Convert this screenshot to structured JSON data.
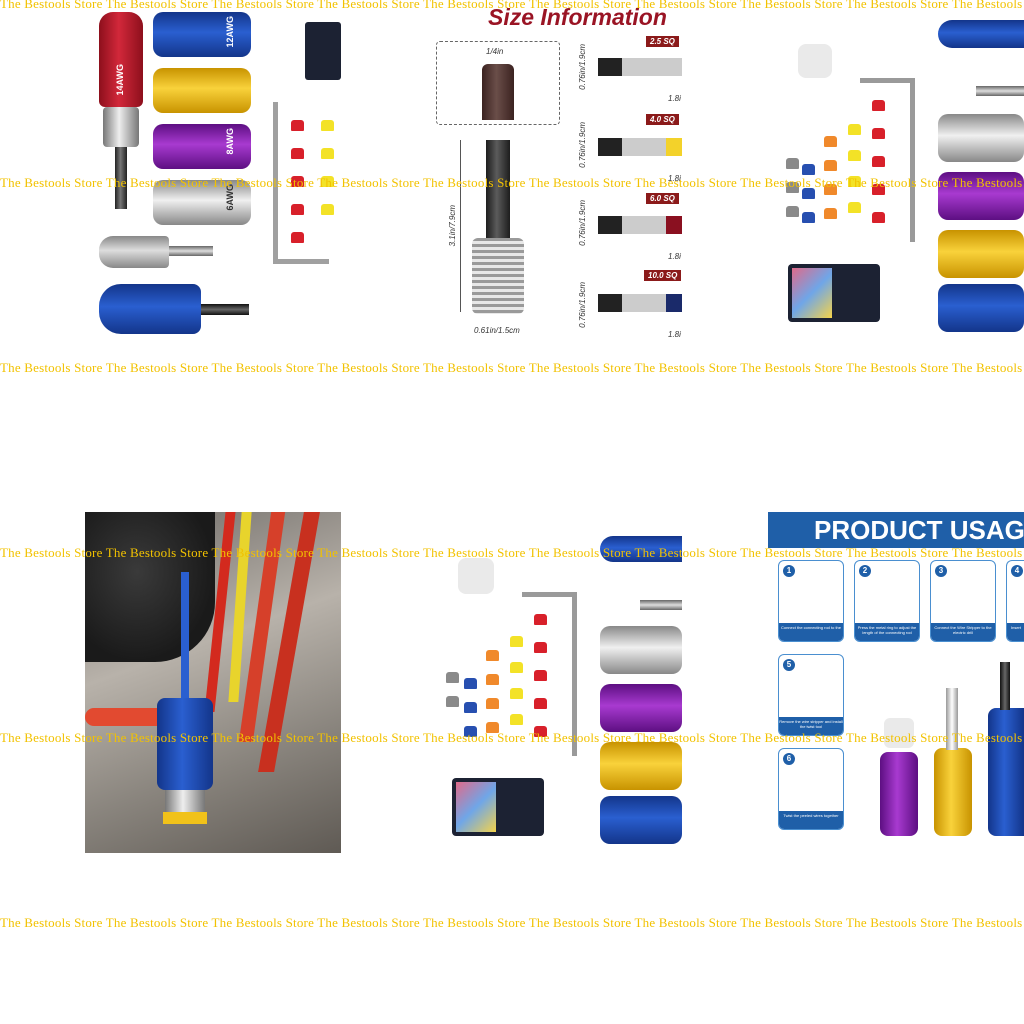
{
  "labels": {
    "awg14": "14AWG",
    "awg12": "12AWG",
    "awg8": "8AWG",
    "awg6": "6AWG"
  },
  "size_info": {
    "title": "Size Information",
    "hex": "1/4in",
    "length": "3.1in/7.9cm",
    "width": "0.61in/1.5cm",
    "rows": [
      {
        "tag": "2.5 SQ",
        "height": "0.76in/1.9cm",
        "len": "1.8i"
      },
      {
        "tag": "4.0 SQ",
        "height": "0.76in/1.9cm",
        "len": "1.8i"
      },
      {
        "tag": "6.0 SQ",
        "height": "0.76in/1.9cm",
        "len": "1.8i"
      },
      {
        "tag": "10.0 SQ",
        "height": "0.76in/1.9cm",
        "len": "1.8i"
      }
    ]
  },
  "usage": {
    "title": "PRODUCT USAG",
    "steps": [
      {
        "num": "1",
        "caption": "Connect the connecting rod to the"
      },
      {
        "num": "2",
        "caption": "Press the metal ring to adjust the length of the connecting rod"
      },
      {
        "num": "3",
        "caption": "Connect the Wire Stripper to the electric drill"
      },
      {
        "num": "4",
        "caption": "Insert"
      },
      {
        "num": "5",
        "caption": "Remove the wire stripper and install the twist tool"
      },
      {
        "num": "6",
        "caption": "Twist the peeled wires together"
      }
    ]
  },
  "watermark": "The Bestools Store The Bestools Store The Bestools Store The Bestools Store The Bestools Store The Bestools Store The Bestools Store The Bestools Store The Bestools Store The Bestools Store",
  "colors": {
    "red": "#c0182a",
    "blue": "#1f4fb0",
    "yellow": "#f3c21a",
    "purple": "#8e1fb5",
    "silver": "#c8c8c8",
    "watermark": "#f2c200",
    "usage_blue": "#1f5fa8"
  }
}
